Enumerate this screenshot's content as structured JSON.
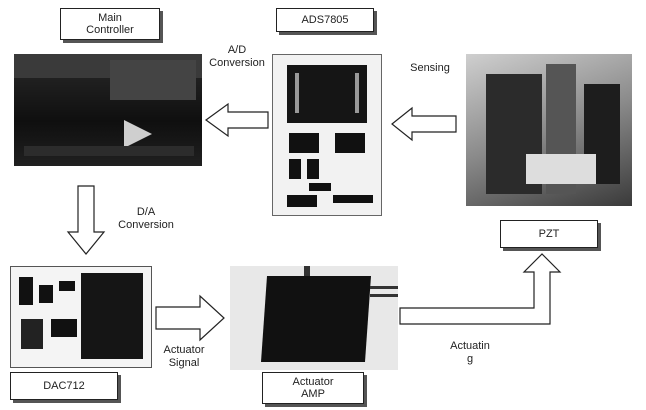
{
  "labels": {
    "main_controller": "Main\nController",
    "ads7805": "ADS7805",
    "dac712": "DAC712",
    "actuator_amp": "Actuator\nAMP",
    "pzt": "PZT"
  },
  "captions": {
    "ad_conversion": "A/D\nConversion",
    "sensing": "Sensing",
    "da_conversion": "D/A\nConversion",
    "actuator_signal": "Actuator\nSignal",
    "actuating": "Actuatin\ng"
  },
  "colors": {
    "frame": "#222222",
    "photo_dark": "#1a1a1a",
    "photo_light": "#e9e9e9",
    "arrow_fill": "#ffffff"
  }
}
